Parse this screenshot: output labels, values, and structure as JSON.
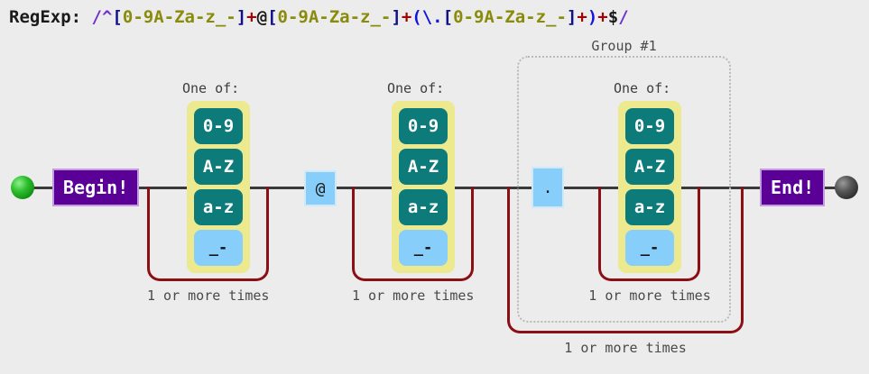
{
  "title": {
    "prefix": "RegExp:",
    "pattern": "/^[0-9A-Za-z_-]+@[0-9A-Za-z_-]+(\\.[0-9A-Za-z_-]+)+$/",
    "tokens": [
      {
        "text": "/^",
        "role": "slash"
      },
      {
        "text": "[",
        "role": "bracket"
      },
      {
        "text": "0-9A-Za-z_-",
        "role": "class"
      },
      {
        "text": "]",
        "role": "bracket"
      },
      {
        "text": "+",
        "role": "quant"
      },
      {
        "text": "@",
        "role": "lit"
      },
      {
        "text": "[",
        "role": "bracket"
      },
      {
        "text": "0-9A-Za-z_-",
        "role": "class"
      },
      {
        "text": "]",
        "role": "bracket"
      },
      {
        "text": "+",
        "role": "quant"
      },
      {
        "text": "(",
        "role": "paren"
      },
      {
        "text": "\\.",
        "role": "paren"
      },
      {
        "text": "[",
        "role": "bracket"
      },
      {
        "text": "0-9A-Za-z_-",
        "role": "class"
      },
      {
        "text": "]",
        "role": "bracket"
      },
      {
        "text": "+",
        "role": "quant"
      },
      {
        "text": ")",
        "role": "paren"
      },
      {
        "text": "+",
        "role": "quant"
      },
      {
        "text": "$",
        "role": "dollar"
      },
      {
        "text": "/",
        "role": "slash"
      }
    ]
  },
  "terminals": {
    "begin_label": "Begin!",
    "end_label": "End!",
    "start_dot_name": "start-node",
    "end_dot_name": "end-node"
  },
  "labels": {
    "one_of": "One of:",
    "one_or_more": "1 or more times",
    "group": "Group #1"
  },
  "char_classes": [
    {
      "id": "charclass-1",
      "header": "One of:",
      "items": [
        {
          "text": "0-9",
          "kind": "range"
        },
        {
          "text": "A-Z",
          "kind": "range"
        },
        {
          "text": "a-z",
          "kind": "range"
        },
        {
          "text": "_-",
          "kind": "literal"
        }
      ],
      "quantifier": "1 or more times"
    },
    {
      "id": "charclass-2",
      "header": "One of:",
      "items": [
        {
          "text": "0-9",
          "kind": "range"
        },
        {
          "text": "A-Z",
          "kind": "range"
        },
        {
          "text": "a-z",
          "kind": "range"
        },
        {
          "text": "_-",
          "kind": "literal"
        }
      ],
      "quantifier": "1 or more times"
    },
    {
      "id": "charclass-3",
      "header": "One of:",
      "items": [
        {
          "text": "0-9",
          "kind": "range"
        },
        {
          "text": "A-Z",
          "kind": "range"
        },
        {
          "text": "a-z",
          "kind": "range"
        },
        {
          "text": "_-",
          "kind": "literal"
        }
      ],
      "quantifier": "1 or more times"
    }
  ],
  "literals": {
    "at": "@",
    "dot": "."
  },
  "group": {
    "label": "Group #1",
    "quantifier": "1 or more times"
  },
  "colors": {
    "background": "#ececec",
    "rail": "#3a3a3a",
    "terminal_box": "#5a0097",
    "terminal_border": "#c49ae0",
    "range_box": "#0e7b7b",
    "literal_box": "#87cefa",
    "charclass_bg": "#ece98f",
    "loop": "#8b0f15",
    "group_border": "#b9b9b9",
    "start_dot": "#2fbf2f",
    "end_dot": "#2c2c2c"
  }
}
